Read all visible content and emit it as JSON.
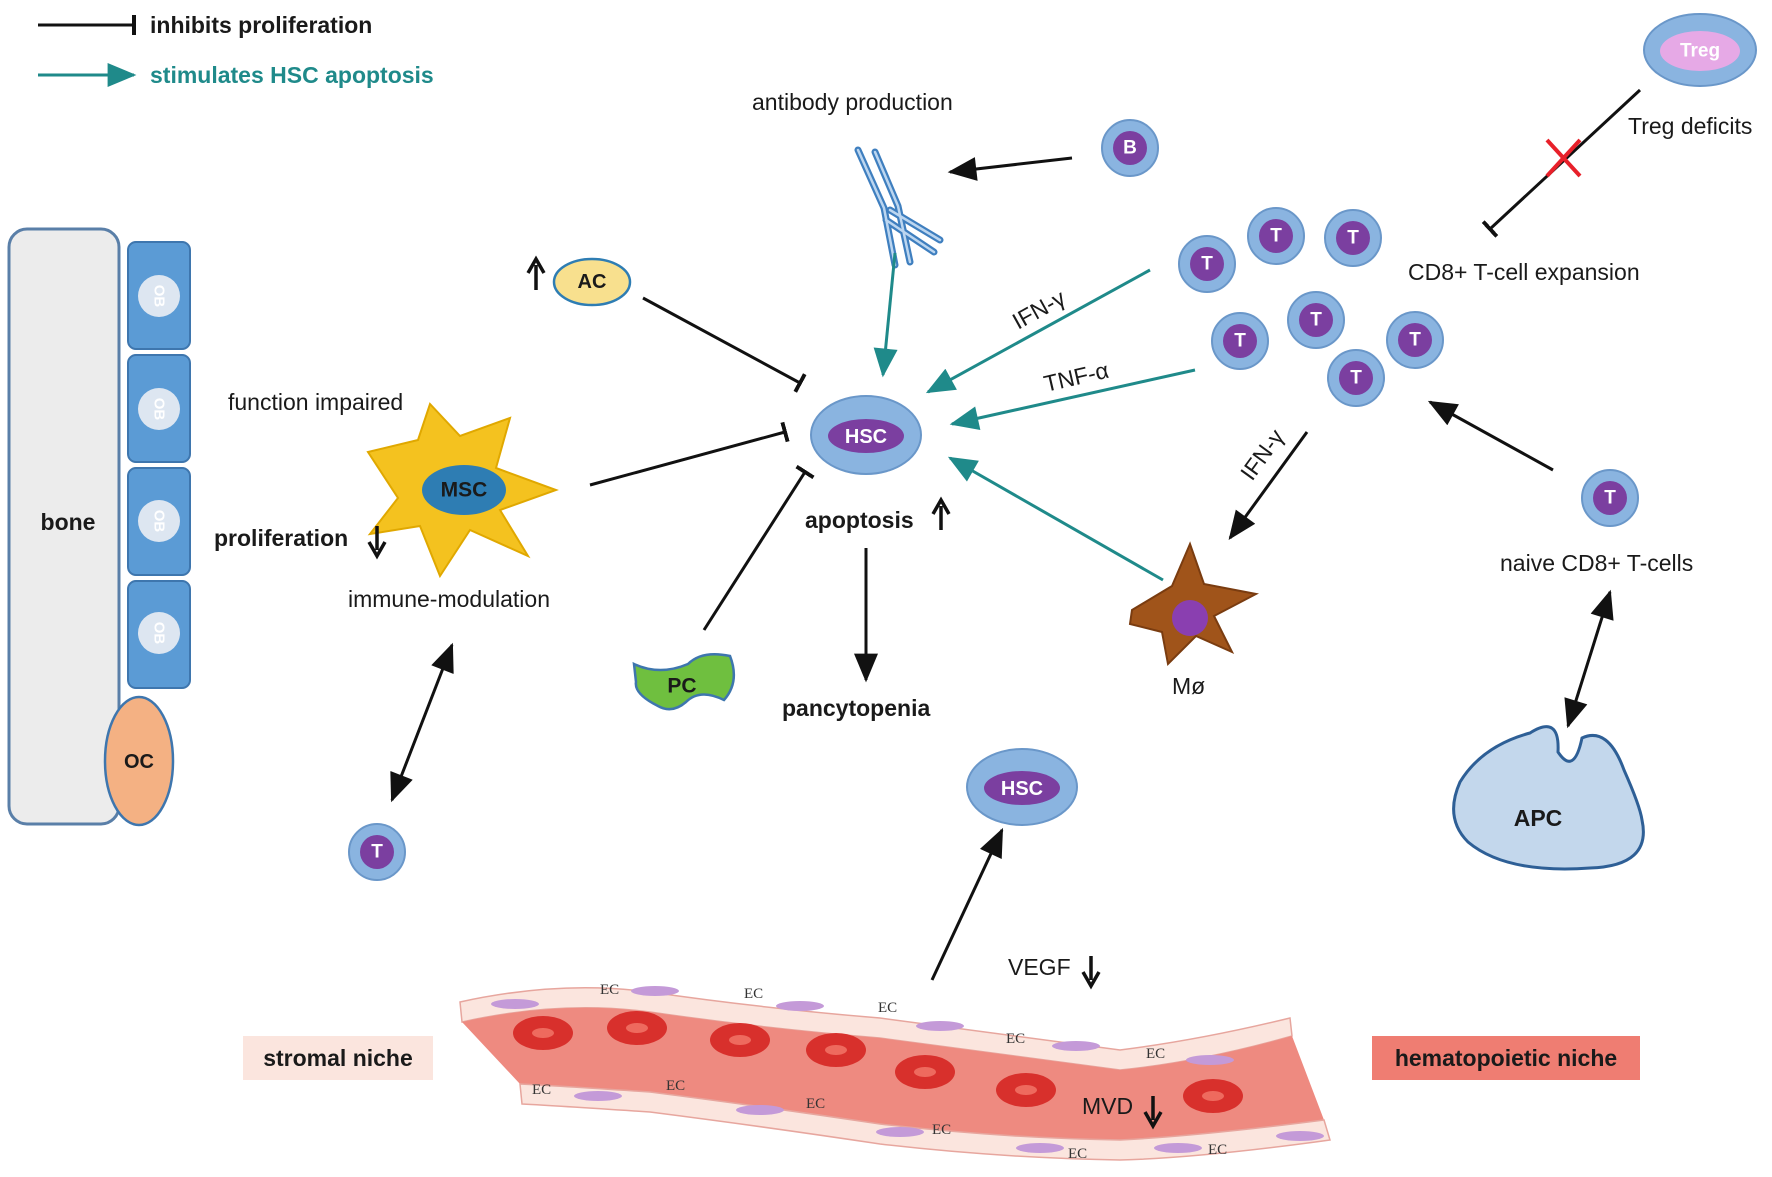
{
  "legend": {
    "inhibit_label": "inhibits proliferation",
    "stimulate_label": "stimulates HSC apoptosis"
  },
  "labels": {
    "antibody_production": "antibody production",
    "treg_deficits": "Treg deficits",
    "cd8_expansion": "CD8+ T-cell expansion",
    "function_impaired": "function impaired",
    "proliferation": "proliferation",
    "immune_modulation": "immune-modulation",
    "apoptosis": "apoptosis",
    "pancytopenia": "pancytopenia",
    "naive_cd8": "naive CD8+ T-cells",
    "ifn_gamma_1": "IFN-γ",
    "tnf_alpha": "TNF-α",
    "ifn_gamma_2": "IFN-γ",
    "vegf": "VEGF",
    "mvd": "MVD",
    "stromal_niche": "stromal niche",
    "hematopoietic_niche": "hematopoietic niche",
    "bone": "bone"
  },
  "cells": {
    "treg": "Treg",
    "b": "B",
    "t": "T",
    "ac": "AC",
    "hsc": "HSC",
    "msc": "MSC",
    "pc": "PC",
    "macrophage": "Mø",
    "apc": "APC",
    "ob": "OB",
    "oc": "OC",
    "ec": "EC"
  },
  "colors": {
    "inhibit": "#111111",
    "stimulate": "#1f8a8a",
    "cell_outer": "#8ab4e0",
    "cell_inner": "#7b3fa0",
    "stromal_bg": "#fbe5de",
    "hematopoietic_bg": "#ef7d72",
    "vessel": "#ee8a80",
    "rbc": "#d8302c"
  }
}
